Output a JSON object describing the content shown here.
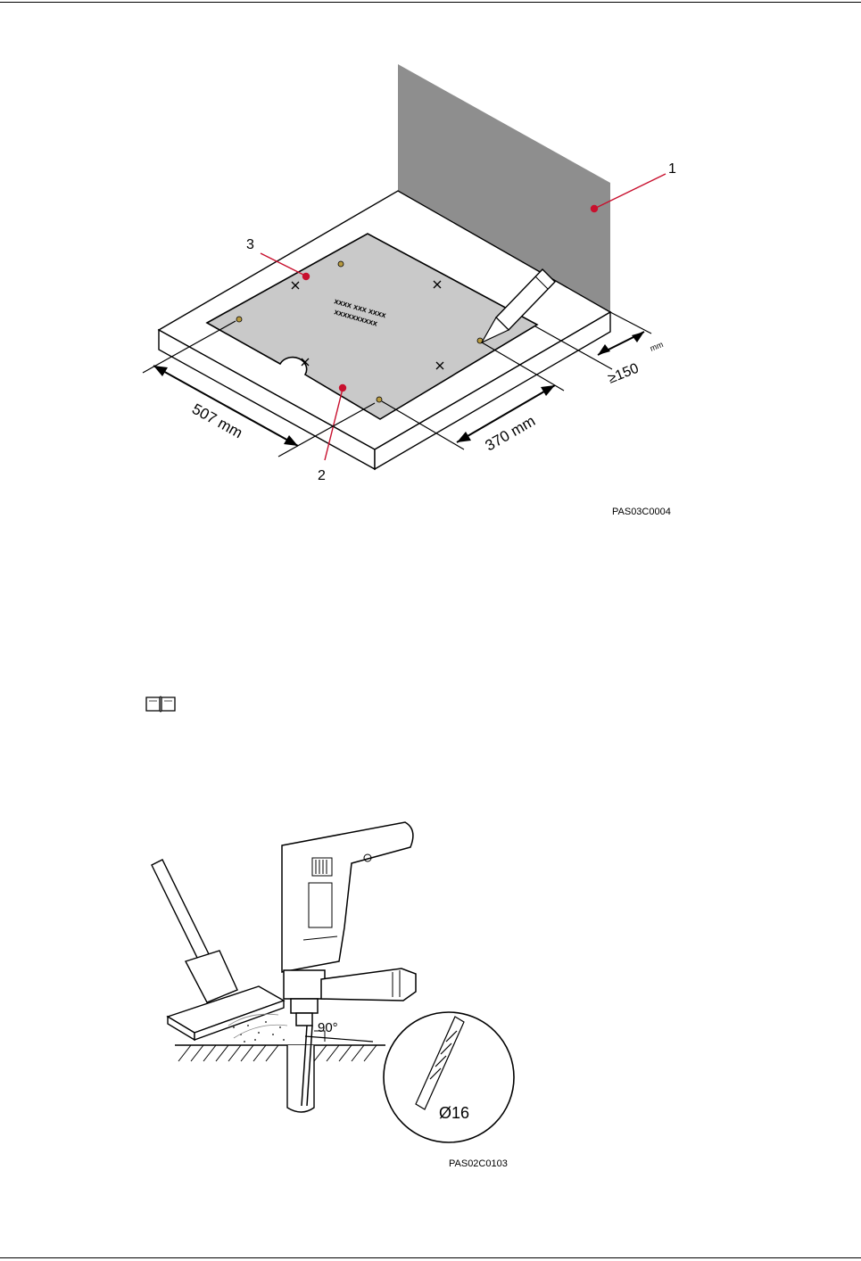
{
  "figure1": {
    "callouts": [
      "1",
      "2",
      "3"
    ],
    "dim_width": "507 mm",
    "dim_depth": "370 mm",
    "dim_clearance_value": "≥150",
    "dim_clearance_unit": "mm",
    "marks_line1": "xxxx xxx xxxx",
    "marks_line2": "xxxxxxxxxx",
    "code": "PAS03C0004"
  },
  "note": {
    "icon": "book-note-icon"
  },
  "figure2": {
    "angle": "90°",
    "bit": "Ø16",
    "code": "PAS02C0103"
  }
}
